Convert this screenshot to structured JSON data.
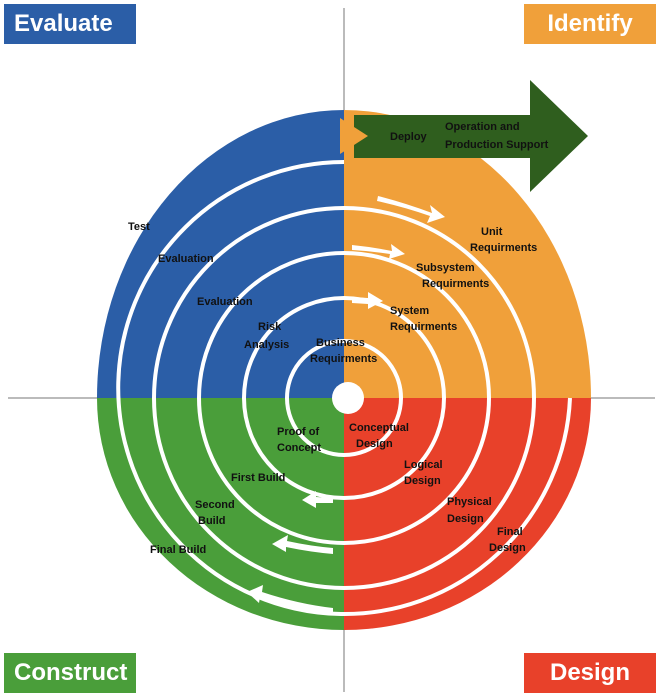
{
  "quadrants": {
    "evaluate": "Evaluate",
    "identify": "Identify",
    "construct": "Construct",
    "design": "Design"
  },
  "arrow": {
    "deploy": "Deploy",
    "operation_line1": "Operation and",
    "operation_line2": "Production Support"
  },
  "evaluate_labels": {
    "test": "Test",
    "evaluation_outer": "Evaluation",
    "evaluation_inner": "Evaluation",
    "risk_line1": "Risk",
    "risk_line2": "Analysis"
  },
  "identify_labels": {
    "business_line1": "Business",
    "business_line2": "Requirments",
    "system_line1": "System",
    "system_line2": "Requirments",
    "subsystem_line1": "Subsystem",
    "subsystem_line2": "Requirments",
    "unit_line1": "Unit",
    "unit_line2": "Requirments"
  },
  "design_labels": {
    "conceptual_line1": "Conceptual",
    "conceptual_line2": "Design",
    "logical_line1": "Logical",
    "logical_line2": "Design",
    "physical_line1": "Physical",
    "physical_line2": "Design",
    "final_line1": "Final",
    "final_line2": "Design"
  },
  "construct_labels": {
    "proof_line1": "Proof of",
    "proof_line2": "Concept",
    "first_build": "First Build",
    "second_line1": "Second",
    "second_line2": "Build",
    "final_build": "Final Build"
  },
  "colors": {
    "evaluate": "#2b5ea7",
    "identify": "#f0a03a",
    "construct": "#4a9e3a",
    "design": "#e8412a",
    "arrow": "#2f5e1e",
    "axis": "#777777"
  }
}
